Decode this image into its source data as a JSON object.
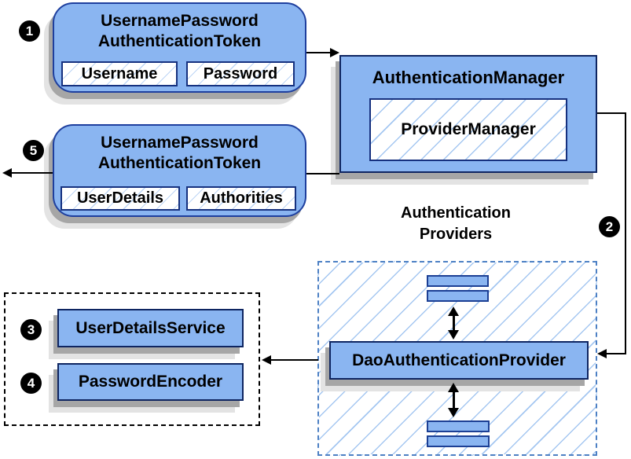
{
  "steps": [
    "1",
    "2",
    "3",
    "4",
    "5"
  ],
  "request_token": {
    "title_line1": "UsernamePassword",
    "title_line2": "AuthenticationToken",
    "field1": "Username",
    "field2": "Password"
  },
  "authentication_manager": {
    "title": "AuthenticationManager",
    "provider_manager": "ProviderManager"
  },
  "response_token": {
    "title_line1": "UsernamePassword",
    "title_line2": "AuthenticationToken",
    "field1": "UserDetails",
    "field2": "Authorities"
  },
  "providers": {
    "label_line1": "Authentication",
    "label_line2": "Providers",
    "dao_provider": "DaoAuthenticationProvider"
  },
  "services": {
    "user_details_service": "UserDetailsService",
    "password_encoder": "PasswordEncoder"
  },
  "colors": {
    "box_fill": "#8ab5f1",
    "rect_border": "#0e2561",
    "rounded_border": "#1e3f9e",
    "hatch_line": "#a5c7f1",
    "providers_dash_border": "#4d80c4",
    "services_dash_border": "#000000",
    "shadow_dark": "#a6a6a6",
    "shadow_light": "#e3e3e3",
    "arrow": "#000000",
    "badge_bg": "#000000",
    "badge_text": "#ffffff"
  }
}
